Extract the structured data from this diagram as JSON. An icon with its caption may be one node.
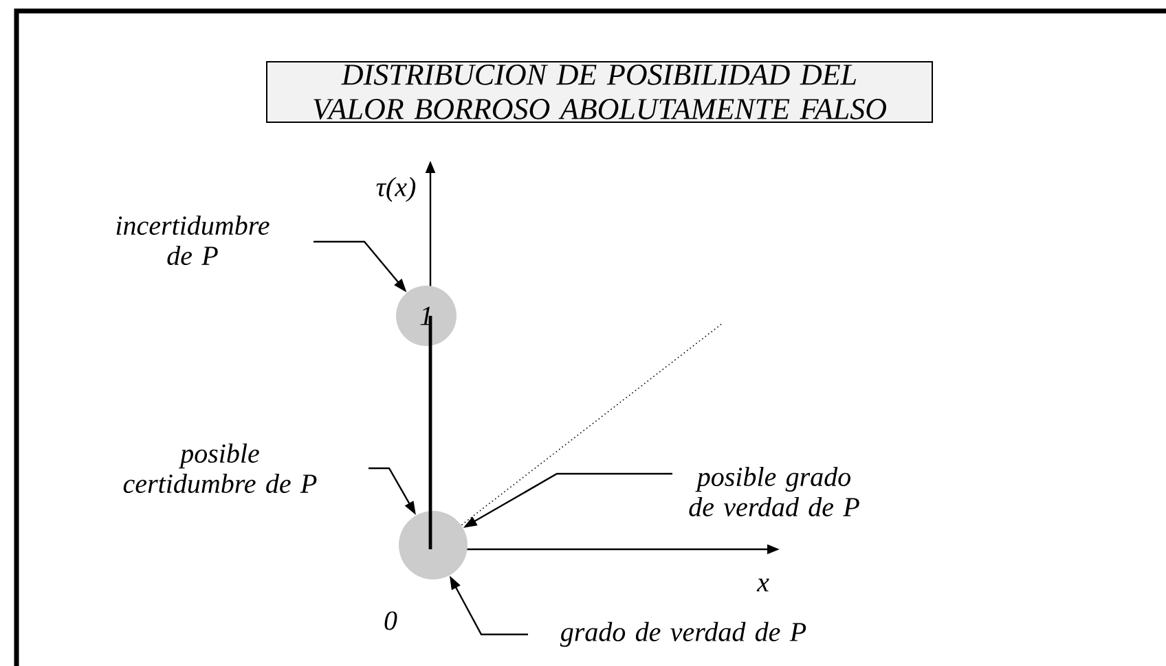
{
  "diagram": {
    "nodes": [
      {
        "text": [
          "DISTRIBUCION DE POSIBILIDAD DEL VALOR BORROSO ABOLUTAMENTE FALSO"
        ]
      },
      {
        "text": [
          "incertidumbre de P"
        ]
      },
      {
        "text": [
          "1"
        ]
      },
      {
        "text": [
          "posible certidumbre de P"
        ]
      },
      {
        "text": [],
        "shape": "circle"
      },
      {
        "text": [
          "posible grado de verdad de P"
        ]
      },
      {
        "text": [
          "grado de verdad de P"
        ]
      }
    ],
    "edges": [
      {
        "from": 1,
        "to": 2,
        "arrow": "to"
      },
      {
        "from": 3,
        "to": 4,
        "arrow": "to"
      },
      {
        "from": 5,
        "to": 4,
        "arrow": "to"
      },
      {
        "from": 6,
        "to": 4,
        "arrow": "to"
      }
    ],
    "labels": [
      "τ(x)",
      "0",
      "x"
    ]
  }
}
